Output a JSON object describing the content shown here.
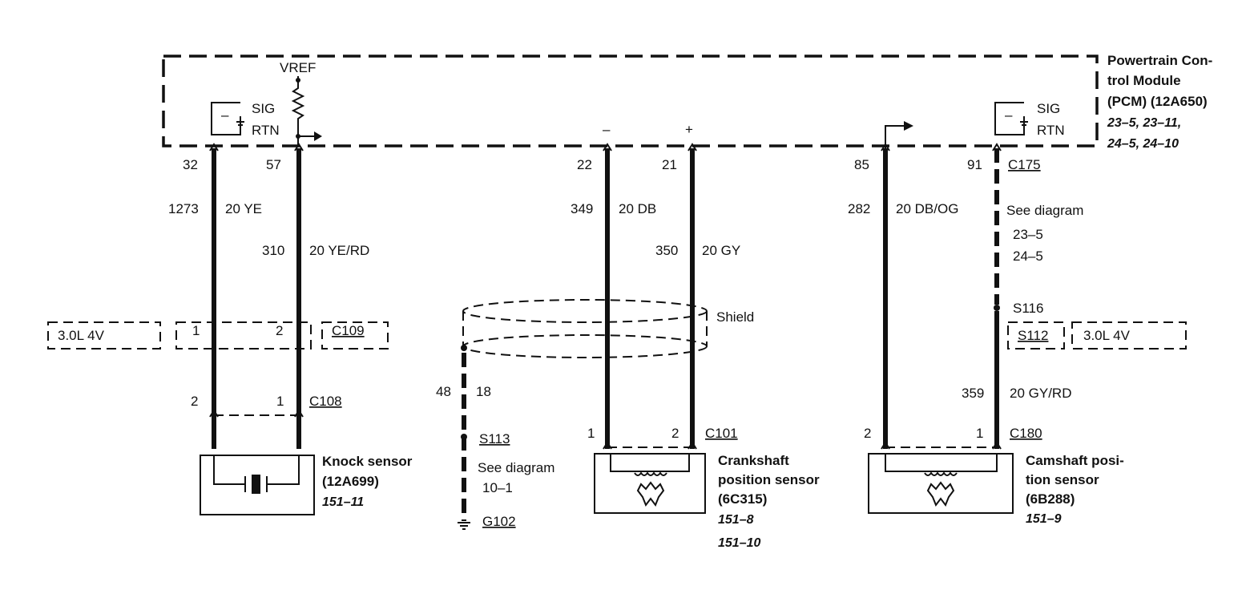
{
  "pcm": {
    "title_line1": "Powertrain Con-",
    "title_line2": "trol Module",
    "title_line3": "(PCM) (12A650)",
    "ref_line1": "23–5, 23–11,",
    "ref_line2": "24–5, 24–10",
    "vref": "VREF",
    "sig": "SIG",
    "rtn": "RTN",
    "minus": "–",
    "plus": "+",
    "connector": "C175"
  },
  "knock": {
    "pin_a": "32",
    "pin_b": "57",
    "circuit_a": "1273",
    "wire_a": "20 YE",
    "circuit_b": "310",
    "wire_b": "20 YE/RD",
    "engine_tag": "3.0L 4V",
    "c109_pin1": "1",
    "c109_pin2": "2",
    "c109": "C109",
    "c108_pin2": "2",
    "c108_pin1": "1",
    "c108": "C108",
    "name1": "Knock sensor",
    "name2": "(12A699)",
    "ref": "151–11"
  },
  "shield": {
    "label": "Shield",
    "circuit": "48",
    "wire": "18",
    "splice": "S113",
    "see1": "See diagram",
    "see2": "10–1",
    "ground": "G102"
  },
  "crank": {
    "pin_a": "22",
    "pin_b": "21",
    "circuit_a": "349",
    "wire_a": "20 DB",
    "circuit_b": "350",
    "wire_b": "20 GY",
    "c101_pin1": "1",
    "c101_pin2": "2",
    "c101": "C101",
    "name1": "Crankshaft",
    "name2": "position sensor",
    "name3": "(6C315)",
    "ref1": "151–8",
    "ref2": "151–10"
  },
  "cam": {
    "pin_a": "85",
    "pin_b": "91",
    "circuit_a": "282",
    "wire_a": "20 DB/OG",
    "see1": "See diagram",
    "see2": "23–5",
    "see3": "24–5",
    "splice_s116": "S116",
    "splice_s112": "S112",
    "engine_tag": "3.0L 4V",
    "circuit_b": "359",
    "wire_b": "20 GY/RD",
    "c180_pin2": "2",
    "c180_pin1": "1",
    "c180": "C180",
    "name1": "Camshaft posi-",
    "name2": "tion sensor",
    "name3": "(6B288)",
    "ref": "151–9"
  }
}
